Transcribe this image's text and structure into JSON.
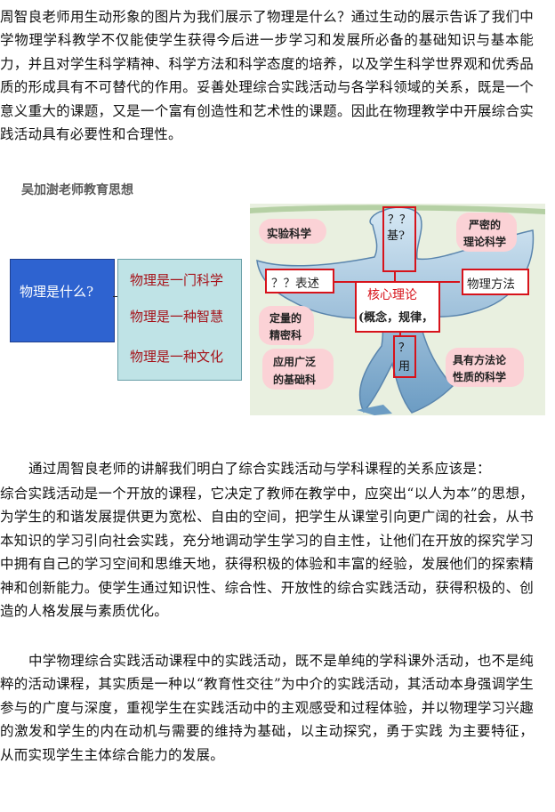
{
  "intro_paragraph": "周智良老师用生动形象的图片为我们展示了物理是什么？通过生动的展示告诉了我们中学物理学科教学不仅能使学生获得今后进一步学习和发展所必备的基础知识与基本能力，并且对学生科学精神、科学方法和科学态度的培养，以及学生科学世界观和优秀品质的形成具有不可替代的作用。妥善处理综合实践活动与各学科领域的关系，既是一个意义重大的课题，又是一个富有创造性和艺术性的课题。因此在物理教学中开展综合实践活动具有必要性和合理性。",
  "caption": "吴加澍老师教育思想",
  "diagram": {
    "question_box": "物理是什么?",
    "answers": [
      "物理是一门科学",
      "物理是一种智慧",
      "物理是一种文化"
    ]
  },
  "dove": {
    "head_top": "？？",
    "head_bottom": "基?",
    "experiment": "实验科学",
    "rigorous_1": "严密的",
    "rigorous_2": "理论科学",
    "expression": "？？表述",
    "core_title": "核心理论",
    "core_sub": "(概念，规律，",
    "method": "物理方法",
    "quantitative_1": "定量的",
    "quantitative_2": "精密科",
    "use_top": "？",
    "use_bottom": "用",
    "applied_1": "应用广泛",
    "applied_2": "的基础科",
    "methodology_1": "具有方法论",
    "methodology_2": "性质的科学"
  },
  "body": {
    "lead": "通过周智良老师的讲解我们明白了综合实践活动与学科课程的关系应该是：",
    "paragraph_1": "综合实践活动是一个开放的课程，它决定了教师在教学中，应突出“以人为本”的思想，为学生的和谐发展提供更为宽松、自由的空间，把学生从课堂引向更广阔的社会，从书本知识的学习引向社会实践，充分地调动学生学习的自主性，让他们在开放的探究学习中拥有自己的学习空间和思维天地，获得积极的体验和丰富的经验，发展他们的探索精神和创新能力。使学生通过知识性、综合性、开放性的综合实践活动，获得积极的、创造的人格发展与素质优化。",
    "paragraph_2": "中学物理综合实践活动课程中的实践活动，既不是单纯的学科课外活动，也不是纯粹的活动课程，其实质是一种以“教育性交往”为中介的实践活动，其活动本身强调学生参与的广度与深度，重视学生在实践活动中的主观感受和过程体验，并以物理学习兴趣的激发和学生的内在动机与需要的维持为基础，以主动探究，勇于实践 为主要特征，从而实现学生主体综合能力的发展。"
  }
}
